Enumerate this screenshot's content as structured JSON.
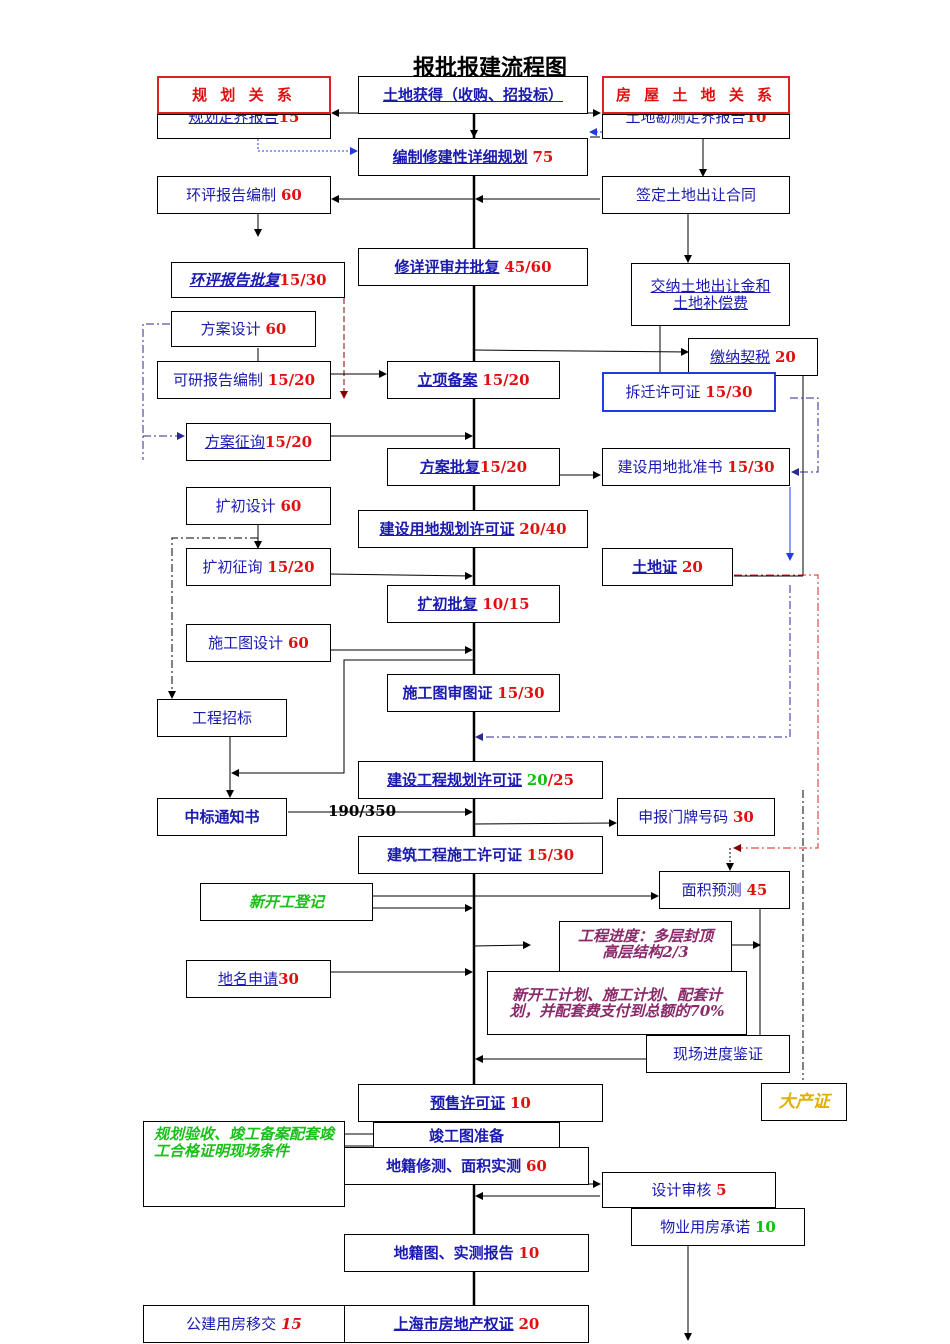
{
  "title": "报批报建流程图",
  "headers": {
    "planning": "规 划 关 系",
    "housing_land": "房 屋 土 地 关 系"
  },
  "nodes": {
    "land_acquire": "土地获得（收购、招投标）",
    "plan_approval_report": "规划定界报告",
    "plan_approval_report_num": "15",
    "land_survey_report": "土地勘测定界报告",
    "land_survey_report_num": "10",
    "detailed_plan": "编制修建性详细规划",
    "detailed_plan_num": "75",
    "env_report": "环评报告编制",
    "env_report_num": "60",
    "land_contract": "签定土地出让合同",
    "detailed_plan_approve": "修详评审并批复",
    "detailed_plan_approve_num": "45/60",
    "env_approve": "环评报告批复",
    "env_approve_num": "15/30",
    "pay_land": "交纳土地出让金和土地补偿费",
    "scheme_design": "方案设计",
    "scheme_design_num": "60",
    "deed_tax": "缴纳契税",
    "deed_tax_num": "20",
    "feasibility": "可研报告编制",
    "feasibility_num": "15/20",
    "project_filing": "立项备案",
    "project_filing_num": "15/20",
    "demolition": "拆迁许可证",
    "demolition_num": "15/30",
    "scheme_consult": "方案征询",
    "scheme_consult_num": "15/20",
    "scheme_approve": "方案批复",
    "scheme_approve_num": "15/20",
    "land_use_approval": "建设用地批准书",
    "land_use_approval_num": "15/30",
    "prelim_design": "扩初设计",
    "prelim_design_num": "60",
    "land_plan_permit": "建设用地规划许可证",
    "land_plan_permit_num": "20/40",
    "prelim_consult": "扩初征询",
    "prelim_consult_num": "15/20",
    "land_cert": "土地证",
    "land_cert_num": "20",
    "prelim_approve": "扩初批复",
    "prelim_approve_num": "10/15",
    "construction_drawing": "施工图设计",
    "construction_drawing_num": "60",
    "drawing_review": "施工图审图证",
    "drawing_review_num": "15/30",
    "tender": "工程招标",
    "project_plan_permit": "建设工程规划许可证",
    "project_plan_permit_num_a": "20",
    "project_plan_permit_num_b": "/25",
    "bid_notice": "中标通知书",
    "days_total": "190/350",
    "door_number": "申报门牌号码",
    "door_number_num": "30",
    "construction_permit": "建筑工程施工许可证",
    "construction_permit_num": "15/30",
    "new_registration": "新开工登记",
    "area_forecast": "面积预测",
    "area_forecast_num": "45",
    "progress": "工程进度：多层封顶高层结构2/3",
    "place_name": "地名申请",
    "place_name_num": "30",
    "plan_note": "新开工计划、施工计划、配套计划，并配套费支付到总额的70%",
    "site_check": "现场进度鉴证",
    "presale": "预售许可证",
    "presale_num": "10",
    "big_cert": "大产证",
    "acceptance_note": "规划验收、竣工备案配套竣工合格证明现场条件",
    "as_built": "竣工图准备",
    "cadastral_survey": "地籍修测、面积实测",
    "cadastral_survey_num": "60",
    "design_review": "设计审核",
    "design_review_num": "5",
    "property_commit": "物业用房承诺",
    "property_commit_num": "10",
    "cadastral_map": "地籍图、实测报告",
    "cadastral_map_num": "10",
    "public_transfer": "公建用房移交",
    "public_transfer_num": "15",
    "property_cert": "上海市房地产权证",
    "property_cert_num": "20"
  },
  "colors": {
    "red": "#e01010",
    "blue_text": "#1a1ab0",
    "green": "#18c018",
    "purple": "#8a2a6a",
    "yellow": "#e0b000"
  }
}
